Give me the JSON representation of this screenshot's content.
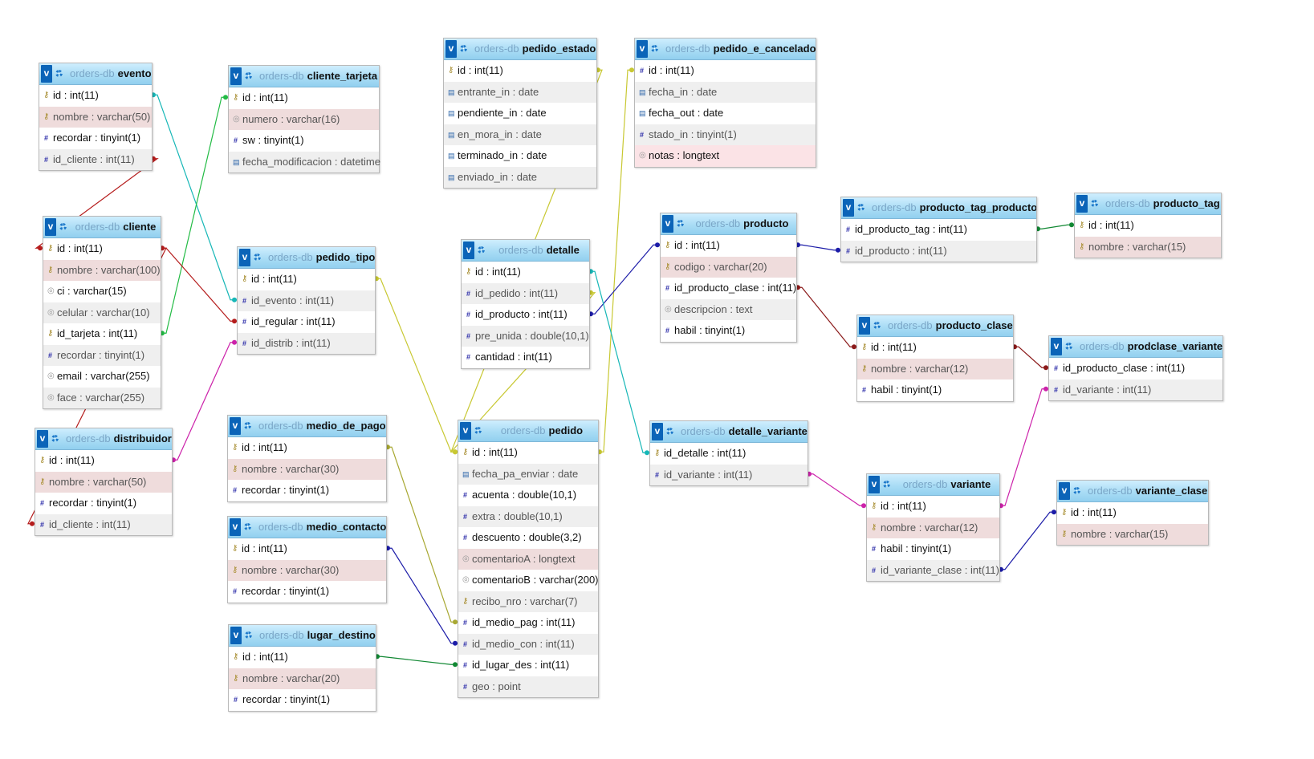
{
  "db_label": "orders-db",
  "v_glyph": "v",
  "tables": {
    "evento": {
      "name": "evento",
      "fields": [
        {
          "text": "id : int(11)",
          "icon": "key-icon",
          "style": "plain"
        },
        {
          "text": "nombre : varchar(50)",
          "icon": "key-icon",
          "style": "pk"
        },
        {
          "text": "recordar : tinyint(1)",
          "icon": "number-icon",
          "style": "plain"
        },
        {
          "text": "id_cliente : int(11)",
          "icon": "number-icon",
          "style": "alt"
        }
      ]
    },
    "cliente_tarjeta": {
      "name": "cliente_tarjeta",
      "fields": [
        {
          "text": "id : int(11)",
          "icon": "key-icon",
          "style": "plain"
        },
        {
          "text": "numero : varchar(16)",
          "icon": "text-icon",
          "style": "pk"
        },
        {
          "text": "sw : tinyint(1)",
          "icon": "number-icon",
          "style": "plain"
        },
        {
          "text": "fecha_modificacion : datetime",
          "icon": "date-icon",
          "style": "alt"
        }
      ]
    },
    "pedido_estado": {
      "name": "pedido_estado",
      "fields": [
        {
          "text": "id : int(11)",
          "icon": "key-icon",
          "style": "plain"
        },
        {
          "text": "entrante_in : date",
          "icon": "date-icon",
          "style": "alt"
        },
        {
          "text": "pendiente_in : date",
          "icon": "date-icon",
          "style": "plain"
        },
        {
          "text": "en_mora_in : date",
          "icon": "date-icon",
          "style": "alt"
        },
        {
          "text": "terminado_in : date",
          "icon": "date-icon",
          "style": "plain"
        },
        {
          "text": "enviado_in : date",
          "icon": "date-icon",
          "style": "alt"
        }
      ]
    },
    "pedido_e_cancelado": {
      "name": "pedido_e_cancelado",
      "fields": [
        {
          "text": "id : int(11)",
          "icon": "number-icon",
          "style": "plain"
        },
        {
          "text": "fecha_in : date",
          "icon": "date-icon",
          "style": "alt"
        },
        {
          "text": "fecha_out : date",
          "icon": "date-icon",
          "style": "plain"
        },
        {
          "text": "stado_in : tinyint(1)",
          "icon": "number-icon",
          "style": "alt"
        },
        {
          "text": "notas : longtext",
          "icon": "text-icon",
          "style": "pkl"
        }
      ]
    },
    "cliente": {
      "name": "cliente",
      "fields": [
        {
          "text": "id : int(11)",
          "icon": "key-icon",
          "style": "plain"
        },
        {
          "text": "nombre : varchar(100)",
          "icon": "key-icon",
          "style": "pk"
        },
        {
          "text": "ci : varchar(15)",
          "icon": "text-icon",
          "style": "plain"
        },
        {
          "text": "celular : varchar(10)",
          "icon": "text-icon",
          "style": "alt"
        },
        {
          "text": "id_tarjeta : int(11)",
          "icon": "key-icon",
          "style": "plain"
        },
        {
          "text": "recordar : tinyint(1)",
          "icon": "number-icon",
          "style": "alt"
        },
        {
          "text": "email : varchar(255)",
          "icon": "text-icon",
          "style": "plain"
        },
        {
          "text": "face : varchar(255)",
          "icon": "text-icon",
          "style": "alt"
        }
      ]
    },
    "pedido_tipo": {
      "name": "pedido_tipo",
      "fields": [
        {
          "text": "id : int(11)",
          "icon": "key-icon",
          "style": "plain"
        },
        {
          "text": "id_evento : int(11)",
          "icon": "number-icon",
          "style": "alt"
        },
        {
          "text": "id_regular : int(11)",
          "icon": "number-icon",
          "style": "plain"
        },
        {
          "text": "id_distrib : int(11)",
          "icon": "number-icon",
          "style": "alt"
        }
      ]
    },
    "detalle": {
      "name": "detalle",
      "fields": [
        {
          "text": "id : int(11)",
          "icon": "key-icon",
          "style": "plain"
        },
        {
          "text": "id_pedido : int(11)",
          "icon": "number-icon",
          "style": "alt"
        },
        {
          "text": "id_producto : int(11)",
          "icon": "number-icon",
          "style": "plain"
        },
        {
          "text": "pre_unida : double(10,1)",
          "icon": "number-icon",
          "style": "alt"
        },
        {
          "text": "cantidad : int(11)",
          "icon": "number-icon",
          "style": "plain"
        }
      ]
    },
    "producto": {
      "name": "producto",
      "fields": [
        {
          "text": "id : int(11)",
          "icon": "key-icon",
          "style": "plain"
        },
        {
          "text": "codigo : varchar(20)",
          "icon": "key-icon",
          "style": "pk"
        },
        {
          "text": "id_producto_clase : int(11)",
          "icon": "number-icon",
          "style": "plain"
        },
        {
          "text": "descripcion : text",
          "icon": "text-icon",
          "style": "alt"
        },
        {
          "text": "habil : tinyint(1)",
          "icon": "number-icon",
          "style": "plain"
        }
      ]
    },
    "producto_tag_producto": {
      "name": "producto_tag_producto",
      "fields": [
        {
          "text": "id_producto_tag : int(11)",
          "icon": "number-icon",
          "style": "plain"
        },
        {
          "text": "id_producto : int(11)",
          "icon": "number-icon",
          "style": "alt"
        }
      ]
    },
    "producto_tag": {
      "name": "producto_tag",
      "fields": [
        {
          "text": "id : int(11)",
          "icon": "key-icon",
          "style": "plain"
        },
        {
          "text": "nombre : varchar(15)",
          "icon": "key-icon",
          "style": "pk"
        }
      ]
    },
    "producto_clase": {
      "name": "producto_clase",
      "fields": [
        {
          "text": "id : int(11)",
          "icon": "key-icon",
          "style": "plain"
        },
        {
          "text": "nombre : varchar(12)",
          "icon": "key-icon",
          "style": "pk"
        },
        {
          "text": "habil : tinyint(1)",
          "icon": "number-icon",
          "style": "plain"
        }
      ]
    },
    "prodclase_variante": {
      "name": "prodclase_variante",
      "fields": [
        {
          "text": "id_producto_clase : int(11)",
          "icon": "number-icon",
          "style": "plain"
        },
        {
          "text": "id_variante : int(11)",
          "icon": "number-icon",
          "style": "alt"
        }
      ]
    },
    "distribuidor": {
      "name": "distribuidor",
      "fields": [
        {
          "text": "id : int(11)",
          "icon": "key-icon",
          "style": "plain"
        },
        {
          "text": "nombre : varchar(50)",
          "icon": "key-icon",
          "style": "pk"
        },
        {
          "text": "recordar : tinyint(1)",
          "icon": "number-icon",
          "style": "plain"
        },
        {
          "text": "id_cliente : int(11)",
          "icon": "number-icon",
          "style": "alt"
        }
      ]
    },
    "medio_de_pago": {
      "name": "medio_de_pago",
      "fields": [
        {
          "text": "id : int(11)",
          "icon": "key-icon",
          "style": "plain"
        },
        {
          "text": "nombre : varchar(30)",
          "icon": "key-icon",
          "style": "pk"
        },
        {
          "text": "recordar : tinyint(1)",
          "icon": "number-icon",
          "style": "plain"
        }
      ]
    },
    "pedido": {
      "name": "pedido",
      "fields": [
        {
          "text": "id : int(11)",
          "icon": "key-icon",
          "style": "plain"
        },
        {
          "text": "fecha_pa_enviar : date",
          "icon": "date-icon",
          "style": "alt"
        },
        {
          "text": "acuenta : double(10,1)",
          "icon": "number-icon",
          "style": "plain"
        },
        {
          "text": "extra : double(10,1)",
          "icon": "number-icon",
          "style": "alt"
        },
        {
          "text": "descuento : double(3,2)",
          "icon": "number-icon",
          "style": "plain"
        },
        {
          "text": "comentarioA : longtext",
          "icon": "text-icon",
          "style": "pk"
        },
        {
          "text": "comentarioB : varchar(200)",
          "icon": "text-icon",
          "style": "plain"
        },
        {
          "text": "recibo_nro : varchar(7)",
          "icon": "key-icon",
          "style": "alt"
        },
        {
          "text": "id_medio_pag : int(11)",
          "icon": "number-icon",
          "style": "plain"
        },
        {
          "text": "id_medio_con : int(11)",
          "icon": "number-icon",
          "style": "alt"
        },
        {
          "text": "id_lugar_des : int(11)",
          "icon": "number-icon",
          "style": "plain"
        },
        {
          "text": "geo : point",
          "icon": "number-icon",
          "style": "alt"
        }
      ]
    },
    "detalle_variante": {
      "name": "detalle_variante",
      "fields": [
        {
          "text": "id_detalle : int(11)",
          "icon": "key-icon",
          "style": "plain"
        },
        {
          "text": "id_variante : int(11)",
          "icon": "number-icon",
          "style": "alt"
        }
      ]
    },
    "medio_contacto": {
      "name": "medio_contacto",
      "fields": [
        {
          "text": "id : int(11)",
          "icon": "key-icon",
          "style": "plain"
        },
        {
          "text": "nombre : varchar(30)",
          "icon": "key-icon",
          "style": "pk"
        },
        {
          "text": "recordar : tinyint(1)",
          "icon": "number-icon",
          "style": "plain"
        }
      ]
    },
    "variante": {
      "name": "variante",
      "fields": [
        {
          "text": "id : int(11)",
          "icon": "key-icon",
          "style": "plain"
        },
        {
          "text": "nombre : varchar(12)",
          "icon": "key-icon",
          "style": "pk"
        },
        {
          "text": "habil : tinyint(1)",
          "icon": "number-icon",
          "style": "plain"
        },
        {
          "text": "id_variante_clase : int(11)",
          "icon": "number-icon",
          "style": "alt"
        }
      ]
    },
    "variante_clase": {
      "name": "variante_clase",
      "fields": [
        {
          "text": "id : int(11)",
          "icon": "key-icon",
          "style": "plain"
        },
        {
          "text": "nombre : varchar(15)",
          "icon": "key-icon",
          "style": "pk"
        }
      ]
    },
    "lugar_destino": {
      "name": "lugar_destino",
      "fields": [
        {
          "text": "id : int(11)",
          "icon": "key-icon",
          "style": "plain"
        },
        {
          "text": "nombre : varchar(20)",
          "icon": "key-icon",
          "style": "pk"
        },
        {
          "text": "recordar : tinyint(1)",
          "icon": "number-icon",
          "style": "plain"
        }
      ]
    }
  },
  "relations": [
    {
      "from": "evento",
      "from_field": 0,
      "to": "pedido_tipo",
      "to_field": 1,
      "color": "#17b7b7"
    },
    {
      "from": "cliente_tarjeta",
      "from_field": 0,
      "to": "cliente",
      "to_field": 4,
      "color": "#22bb44"
    },
    {
      "from": "cliente",
      "from_field": 0,
      "to": "pedido_tipo",
      "to_field": 2,
      "color": "#b51c1c"
    },
    {
      "from": "cliente",
      "from_field": 0,
      "to": "evento",
      "to_field": 3,
      "color": "#b51c1c"
    },
    {
      "from": "cliente",
      "from_field": 0,
      "to": "distribuidor",
      "to_field": 3,
      "color": "#b51c1c"
    },
    {
      "from": "distribuidor",
      "from_field": 0,
      "to": "pedido_tipo",
      "to_field": 3,
      "color": "#cc22aa"
    },
    {
      "from": "pedido_tipo",
      "from_field": 0,
      "to": "pedido",
      "to_field": 0,
      "color": "#c8c832"
    },
    {
      "from": "pedido_estado",
      "from_field": 0,
      "to": "pedido",
      "to_field": 0,
      "color": "#c8c832"
    },
    {
      "from": "pedido_e_cancelado",
      "from_field": 0,
      "to": "pedido",
      "to_field": 0,
      "color": "#c8c832"
    },
    {
      "from": "pedido",
      "from_field": 0,
      "to": "detalle",
      "to_field": 1,
      "color": "#c8c832"
    },
    {
      "from": "producto",
      "from_field": 0,
      "to": "detalle",
      "to_field": 2,
      "color": "#1c1ca8"
    },
    {
      "from": "detalle",
      "from_field": 0,
      "to": "detalle_variante",
      "to_field": 0,
      "color": "#17b7b7"
    },
    {
      "from": "producto",
      "from_field": 0,
      "to": "producto_tag_producto",
      "to_field": 1,
      "color": "#1c1ca8"
    },
    {
      "from": "producto_tag",
      "from_field": 0,
      "to": "producto_tag_producto",
      "to_field": 0,
      "color": "#118833"
    },
    {
      "from": "producto_clase",
      "from_field": 0,
      "to": "producto",
      "to_field": 2,
      "color": "#8b1a1a"
    },
    {
      "from": "producto_clase",
      "from_field": 0,
      "to": "prodclase_variante",
      "to_field": 0,
      "color": "#8b1a1a"
    },
    {
      "from": "variante",
      "from_field": 0,
      "to": "prodclase_variante",
      "to_field": 1,
      "color": "#cc22aa"
    },
    {
      "from": "variante",
      "from_field": 0,
      "to": "detalle_variante",
      "to_field": 1,
      "color": "#cc22aa"
    },
    {
      "from": "variante_clase",
      "from_field": 0,
      "to": "variante",
      "to_field": 3,
      "color": "#1c1ca8"
    },
    {
      "from": "medio_de_pago",
      "from_field": 0,
      "to": "pedido",
      "to_field": 8,
      "color": "#a8a832"
    },
    {
      "from": "medio_contacto",
      "from_field": 0,
      "to": "pedido",
      "to_field": 9,
      "color": "#1c1ca8"
    },
    {
      "from": "lugar_destino",
      "from_field": 0,
      "to": "pedido",
      "to_field": 10,
      "color": "#118833"
    }
  ]
}
